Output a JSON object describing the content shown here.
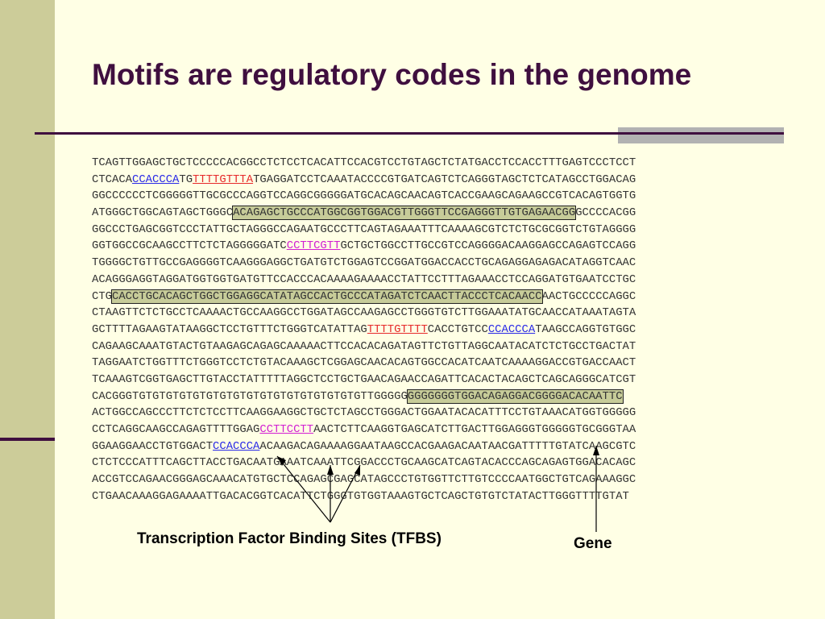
{
  "slide": {
    "title": "Motifs are regulatory codes in the genome",
    "colors": {
      "background": "#FFFFE5",
      "sidebar": "#CCCC99",
      "title": "#3F0F3F",
      "tfbs_blue": "#2A2AE6",
      "tfbs_red": "#E62A2A",
      "tfbs_magenta": "#D21ED2",
      "gene_highlight": "#C7CC99"
    }
  },
  "sequence": {
    "lines": [
      [
        {
          "t": "TCAGTTGGAGCTGCTCCCCCACGGCCTCTCCTCACATTCCACGTCCTGTAGCTCTATGACCTCCACCTTTGAGTCCCTCCT",
          "k": "plain"
        }
      ],
      [
        {
          "t": "CTCACA",
          "k": "plain"
        },
        {
          "t": "CCACCCA",
          "k": "tfbs-blue"
        },
        {
          "t": "TG",
          "k": "plain"
        },
        {
          "t": "TTTTGTTTA",
          "k": "tfbs-red"
        },
        {
          "t": "TGAGGATCCTCAAATACCCCGTGATCAGTCTCAGGGTAGCTCTCATAGCCTGGACAG",
          "k": "plain"
        }
      ],
      [
        {
          "t": "GGCCCCCCTCGGGGGTTGCGCCCAGGTCCAGGCGGGGGATGCACAGCAACAGTCACCGAAGCAGAAGCCGTCACAGTGGTG",
          "k": "plain"
        }
      ],
      [
        {
          "t": "ATGGGCTGGCAGTAGCTGGGC",
          "k": "plain"
        },
        {
          "t": "ACAGAGCTGCCCATGGCGGTGGACGTTGGGTTCCGAGGGTTGTGAGAACGG",
          "k": "gene"
        },
        {
          "t": "GCCCCACGG",
          "k": "plain"
        }
      ],
      [
        {
          "t": "GGCCCTGAGCGGTCCCTATTGCTAGGGCCAGAATGCCCTTCAGTAGAAATTTCAAAAGCGTCTCTGCGCGGTCTGTAGGGG",
          "k": "plain"
        }
      ],
      [
        {
          "t": "GGTGGCCGCAAGCCTTCTCTAGGGGGATC",
          "k": "plain"
        },
        {
          "t": "CCTTCGTT",
          "k": "tfbs-magenta"
        },
        {
          "t": "GCTGCTGGCCTTGCCGTCCAGGGGACAAGGAGCCAGAGTCCAGG",
          "k": "plain"
        }
      ],
      [
        {
          "t": "TGGGGCTGTTGCCGAGGGGTCAAGGGAGGCTGATGTCTGGAGTCCGGATGGACCACCTGCAGAGGAGAGACATAGGTCAAC",
          "k": "plain"
        }
      ],
      [
        {
          "t": "ACAGGGAGGTAGGATGGTGGTGATGTTCCACCCACAAAAGAAAACCTATTCCTTTAGAAACCTCCAGGATGTGAATCCTGC",
          "k": "plain"
        }
      ],
      [
        {
          "t": "CTG",
          "k": "plain"
        },
        {
          "t": "CACCTGCACAGCTGGCTGGAGGCATATAGCCACTGCCCATAGATCTCAACTTACCCTCACAACC",
          "k": "gene"
        },
        {
          "t": "AACTGCCCCCAGGC",
          "k": "plain"
        }
      ],
      [
        {
          "t": "CTAAGTTCTCTGCCTCAAAACTGCCAAGGCCTGGATAGCCAAGAGCCTGGGTGTCTTGGAAATATGCAACCATAAATAGTA",
          "k": "plain"
        }
      ],
      [
        {
          "t": "GCTTTTAGAAGTATAAGGCTCCTGTTTCTGGGTCATATTAG",
          "k": "plain"
        },
        {
          "t": "TTTTGTTTT",
          "k": "tfbs-red"
        },
        {
          "t": "CACCTGTCC",
          "k": "plain"
        },
        {
          "t": "CCACCCA",
          "k": "tfbs-blue"
        },
        {
          "t": "TAAGCCAGGTGTGGC",
          "k": "plain"
        }
      ],
      [
        {
          "t": "CAGAAGCAAATGTACTGTAAGAGCAGAGCAAAAACTTCCACACAGATAGTTCTGTTAGGCAATACATCTCTGCCTGACTAT",
          "k": "plain"
        }
      ],
      [
        {
          "t": "TAGGAATCTGGTTTCTGGGTCCTCTGTACAAAGCTCGGAGCAACACAGTGGCCACATCAATCAAAAGGACCGTGACCAACT",
          "k": "plain"
        }
      ],
      [
        {
          "t": "TCAAAGTCGGTGAGCTTGTACCTATTTTTAGGCTCCTGCTGAACAGAACCAGATTCACACTACAGCTCAGCAGGGCATCGT",
          "k": "plain"
        }
      ],
      [
        {
          "t": "CACGGGTGTGTGTGTGTGTGTGTGTGTGTGTGTGTGTGTGTTGGGGG",
          "k": "plain"
        },
        {
          "t": "GGGGGGGTGGACAGAGGACGGGGACACAATTC",
          "k": "gene"
        }
      ],
      [
        {
          "t": "ACTGGCCAGCCCTTCTCTCCTTCAAGGAAGGCTGCTCTAGCCTGGGACTGGAATACACATTTCCTGTAAACATGGTGGGGG",
          "k": "plain"
        }
      ],
      [
        {
          "t": "CCTCAGGCAAGCCAGAGTTTTGGAG",
          "k": "plain"
        },
        {
          "t": "CCTTCCTT",
          "k": "tfbs-magenta"
        },
        {
          "t": "AACTCTTCAAGGTGAGCATCTTGACTTGGAGGGTGGGGGTGCGGGTAA",
          "k": "plain"
        }
      ],
      [
        {
          "t": "GGAAGGAACCTGTGGACT",
          "k": "plain"
        },
        {
          "t": "CCACCCA",
          "k": "tfbs-blue"
        },
        {
          "t": "ACAAGACAGAAAAGGAATAAGCCACGAAGACAATAACGATTTTTGTATCAAGCGTC",
          "k": "plain"
        }
      ],
      [
        {
          "t": "CTCTCCCATTTCAGCTTACCTGACAATGAAATCAAATTCGGACCCTGCAAGCATCAGTACACCCAGCAGAGTGGACACAGC",
          "k": "plain"
        }
      ],
      [
        {
          "t": "ACCGTCCAGAACGGGAGCAAACATGTGCTCCAGAGCGAGCATAGCCCTGTGGTTCTTGTCCCCAATGGCTGTCAGAAAGGC",
          "k": "plain"
        }
      ],
      [
        {
          "t": "CTGAACAAAGGAGAAAATTGACACGGTCACATTCTGGGTGTGGTAAAGTGCTCAGCTGTGTCTATACTTGGGTTTTGTAT",
          "k": "plain"
        }
      ]
    ]
  },
  "annotations": {
    "tfbs_label": "Transcription Factor Binding Sites (TFBS)",
    "gene_label": "Gene"
  }
}
